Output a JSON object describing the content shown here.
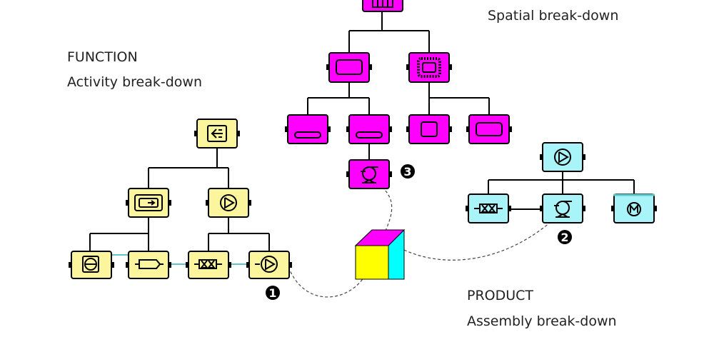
{
  "colors": {
    "function": "#fbf59e",
    "location": "#ff00ff",
    "product": "#a8f4f8",
    "cube_top": "#ff00ff",
    "cube_front": "#ffff00",
    "cube_side": "#00ffff",
    "link": "#5fc7c7"
  },
  "labels": {
    "location_title": "Spatial break-down",
    "function_title": "FUNCTION",
    "function_subtitle": "Activity break-down",
    "product_title": "PRODUCT",
    "product_subtitle": "Assembly break-down"
  },
  "markers": {
    "m1": "1",
    "m2": "2",
    "m3": "3"
  },
  "icons": {
    "function_root": "split-icon",
    "function_mid_left": "tank-icon",
    "function_mid_right": "pump-icon",
    "function_leaf_1": "mixer-icon",
    "function_leaf_2": "arrow-transform-icon",
    "function_leaf_3": "valve-icon",
    "function_leaf_4": "pump-icon",
    "location_root": "building-icon",
    "location_mid_left": "room-icon",
    "location_mid_right": "hatched-room-icon",
    "location_leaf_1": "slot-icon",
    "location_leaf_2": "slot-icon",
    "location_leaf_3": "room-icon",
    "location_leaf_4": "room-icon",
    "location_pump": "centrifugal-pump-icon",
    "product_root": "pump-icon",
    "product_left": "valve-icon",
    "product_mid": "centrifugal-pump-icon",
    "product_right": "motor-icon",
    "cube": "product-cube-icon"
  }
}
